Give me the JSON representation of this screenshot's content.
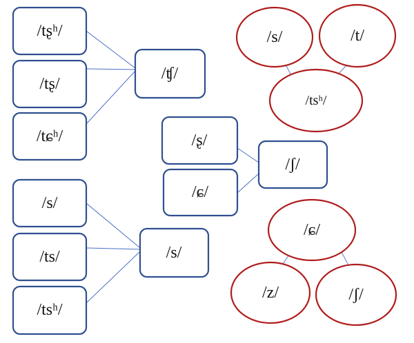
{
  "colors": {
    "box_stroke": "#2f4f8f",
    "ellipse_stroke": "#b01c1c",
    "connector": "#4a6fc4",
    "arrowhead": "#3a66c8"
  },
  "merge_groups": [
    {
      "sources": [
        "/tʂʰ/",
        "/tʂ/",
        "/tɕʰ/"
      ],
      "target": "/ʧ/"
    },
    {
      "sources": [
        "/ʂ/",
        "/ɕ/"
      ],
      "target": "/ʃ/"
    },
    {
      "sources": [
        "/s/",
        "/ts/",
        "/tsʰ/"
      ],
      "target": "/s/"
    }
  ],
  "split_groups": [
    {
      "source": "/tsʰ/",
      "targets": [
        "/s/",
        "/t/"
      ]
    },
    {
      "source": "/ɕ/",
      "targets": [
        "/z/",
        "/ʃ/"
      ]
    }
  ]
}
